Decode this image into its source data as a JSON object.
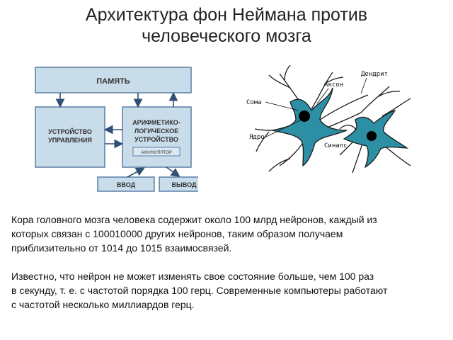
{
  "title": {
    "line1": "Архитектура фон Неймана против",
    "line2": "человеческого мозга"
  },
  "architecture": {
    "memory": "ПАМЯТЬ",
    "control_line1": "УСТРОЙСТВО",
    "control_line2": "УПРАВЛЕНИЯ",
    "alu_line1": "АРИФМЕТИКО-",
    "alu_line2": "ЛОГИЧЕСКОЕ",
    "alu_line3": "УСТРОЙСТВО",
    "accumulator": "АККУМУЛЯТОР",
    "input": "ВВОД",
    "output": "ВЫВОД",
    "colors": {
      "box_fill": "#c9dcea",
      "box_stroke": "#5a7fa6",
      "arrow": "#2f4f74"
    }
  },
  "neuron": {
    "soma": "Сома",
    "axon": "Аксон",
    "dendrite": "Дендрит",
    "nucleus": "Ядро",
    "synapse": "Синапс",
    "colors": {
      "cell": "#2c8fa3",
      "outline": "#1a1a1a"
    }
  },
  "body": {
    "p1_line1": "Кора головного мозга человека содержит около 100 млрд нейронов, каждый из",
    "p1_line2": "которых связан с 100010000 других нейронов, таким образом получаем",
    "p1_line3": "приблизительно от 1014 до 1015 взаимосвязей.",
    "p2_line1": "Известно, что нейрон не может изменять свое состояние больше, чем 100 раз",
    "p2_line2": "в секунду, т. е. с частотой порядка 100 герц. Современные компьютеры работают",
    "p2_line3": "с частотой несколько миллиардов герц."
  }
}
